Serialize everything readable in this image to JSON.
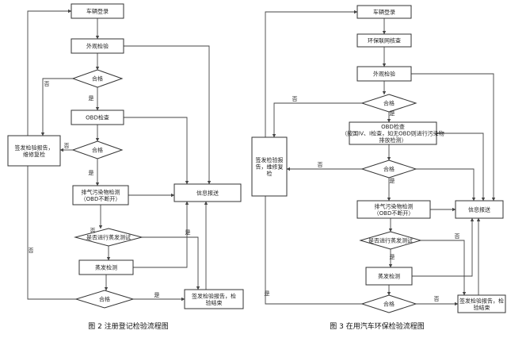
{
  "figures": [
    {
      "caption": "图 2 注册登记检验流程图",
      "nodes": [
        {
          "id": "reg",
          "shape": "rect",
          "lines": [
            "车辆登录"
          ]
        },
        {
          "id": "visual",
          "shape": "rect",
          "lines": [
            "外观检验"
          ]
        },
        {
          "id": "ok1",
          "shape": "diamond",
          "lines": [
            "合格"
          ]
        },
        {
          "id": "obd",
          "shape": "rect",
          "lines": [
            "OBD检查"
          ]
        },
        {
          "id": "ok2",
          "shape": "diamond",
          "lines": [
            "合格"
          ]
        },
        {
          "id": "fail",
          "shape": "rect",
          "lines": [
            "签发检验报告，",
            "维修复检"
          ]
        },
        {
          "id": "emis",
          "shape": "rect",
          "lines": [
            "排气污染物检测",
            "（OBD不断开）"
          ]
        },
        {
          "id": "info",
          "shape": "rect",
          "lines": [
            "信息报送"
          ]
        },
        {
          "id": "evapq",
          "shape": "diamond",
          "lines": [
            "是否进行蒸发测试"
          ]
        },
        {
          "id": "evap",
          "shape": "rect",
          "lines": [
            "蒸发检测"
          ]
        },
        {
          "id": "ok3",
          "shape": "diamond",
          "lines": [
            "合格"
          ]
        },
        {
          "id": "pass",
          "shape": "rect",
          "lines": [
            "签发检验报告，检",
            "验结束"
          ]
        }
      ],
      "edge_labels": [
        "否",
        "是",
        "否",
        "是",
        "否",
        "是",
        "是",
        "否"
      ]
    },
    {
      "caption": "图 3 在用汽车环保检验流程图",
      "nodes": [
        {
          "id": "reg",
          "shape": "rect",
          "lines": [
            "车辆登录"
          ]
        },
        {
          "id": "net",
          "shape": "rect",
          "lines": [
            "环保联网核查"
          ]
        },
        {
          "id": "visual",
          "shape": "rect",
          "lines": [
            "外观检验"
          ]
        },
        {
          "id": "ok1",
          "shape": "diamond",
          "lines": [
            "合格"
          ]
        },
        {
          "id": "obd",
          "shape": "rect",
          "lines": [
            "OBD检查",
            "（按国IV、I检查，如无OBD则进行污染物",
            "排放检测）"
          ]
        },
        {
          "id": "ok2",
          "shape": "diamond",
          "lines": [
            "合格"
          ]
        },
        {
          "id": "fail",
          "shape": "rect",
          "lines": [
            "签发检验报",
            "告，维修复",
            "检"
          ]
        },
        {
          "id": "emis",
          "shape": "rect",
          "lines": [
            "排气污染物检测",
            "（OBD不断开）"
          ]
        },
        {
          "id": "info",
          "shape": "rect",
          "lines": [
            "信息报送"
          ]
        },
        {
          "id": "evapq",
          "shape": "diamond",
          "lines": [
            "是否进行蒸发测试"
          ]
        },
        {
          "id": "evap",
          "shape": "rect",
          "lines": [
            "蒸发检测"
          ]
        },
        {
          "id": "ok3",
          "shape": "diamond",
          "lines": [
            "合格"
          ]
        },
        {
          "id": "pass",
          "shape": "rect",
          "lines": [
            "签发检验报告，检",
            "验结束"
          ]
        }
      ],
      "edge_labels": [
        "否",
        "是",
        "否",
        "是",
        "是",
        "否",
        "否",
        "是"
      ]
    }
  ]
}
